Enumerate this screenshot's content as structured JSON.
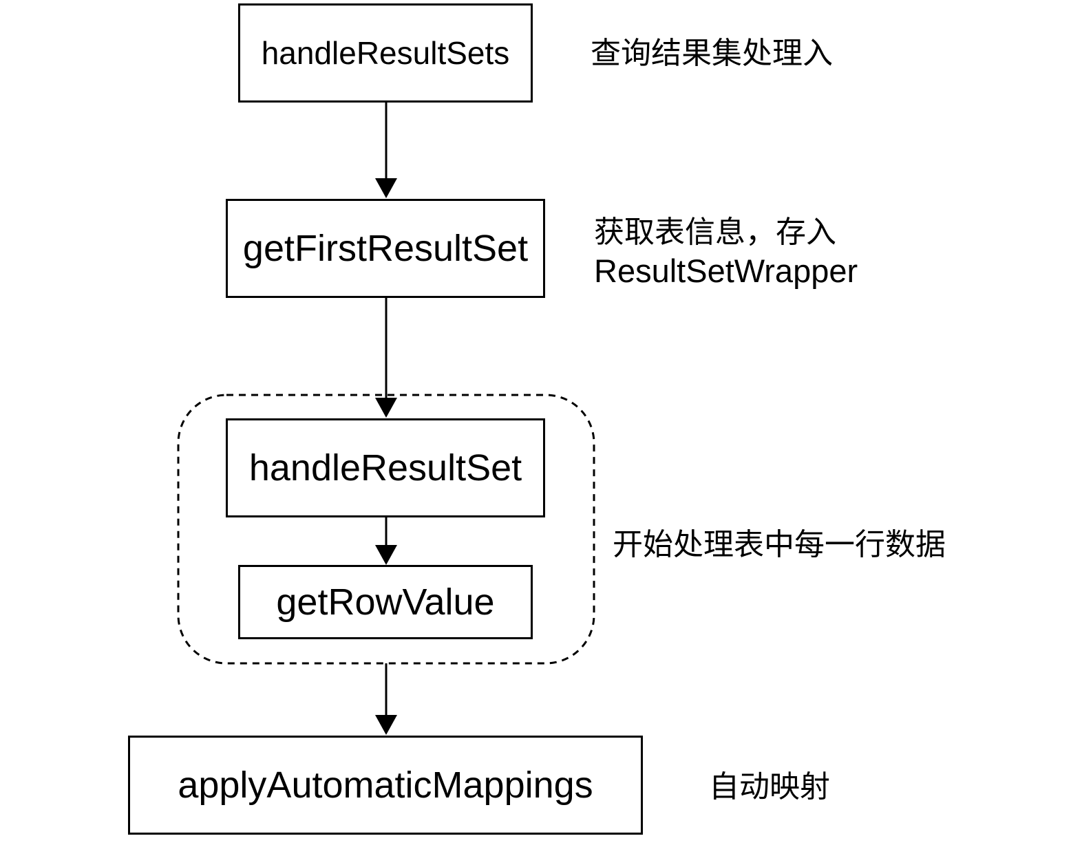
{
  "diagram": {
    "nodes": [
      {
        "id": "n1",
        "label": "handleResultSets"
      },
      {
        "id": "n2",
        "label": "getFirstResultSet"
      },
      {
        "id": "n3",
        "label": "handleResultSet"
      },
      {
        "id": "n4",
        "label": "getRowValue"
      },
      {
        "id": "n5",
        "label": "applyAutomaticMappings"
      }
    ],
    "edges": [
      {
        "from": "n1",
        "to": "n2"
      },
      {
        "from": "n2",
        "to": "n3"
      },
      {
        "from": "n3",
        "to": "n4"
      },
      {
        "from": "group-loop",
        "to": "n5"
      }
    ],
    "group": {
      "id": "group-loop",
      "members": [
        "n3",
        "n4"
      ],
      "style": "dashed-rounded"
    },
    "annotations": {
      "n1_note": "查询结果集处理入",
      "n2_note_line1": "获取表信息，存入",
      "n2_note_line2": "ResultSetWrapper",
      "group_note": "开始处理表中每一行数据",
      "n5_note": "自动映射"
    }
  }
}
